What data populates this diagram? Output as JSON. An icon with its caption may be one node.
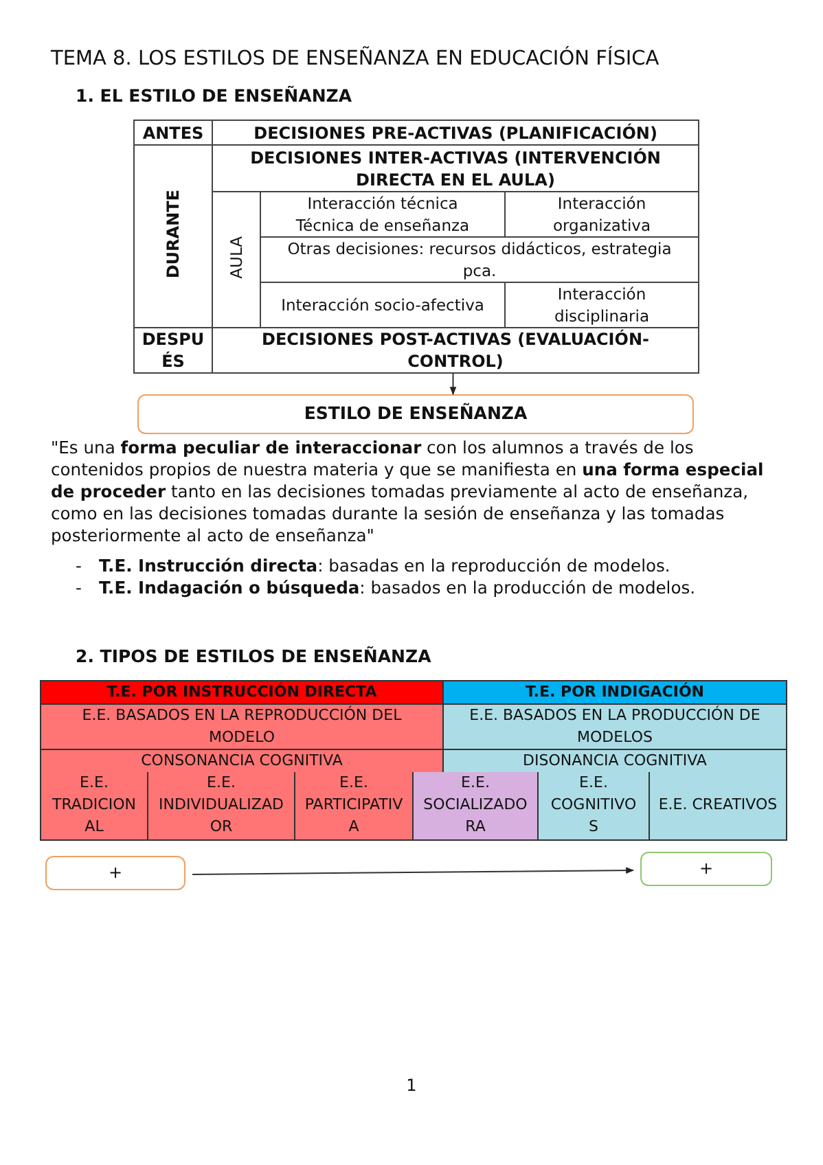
{
  "diagram": {
    "title": "TEMA 8. LOS ESTILOS DE ENSEÑANZA EN EDUCACIÓN FÍSICA",
    "nodes": [
      {
        "text": [
          "DECISIONES POST-ACTIVAS (EVALUACIÓN-CONTROL)"
        ]
      },
      {
        "text": [
          "ESTILO DE ENSEÑANZA"
        ]
      },
      {
        "text": [
          "+"
        ]
      },
      {
        "text": [
          "+"
        ]
      }
    ],
    "edges": [
      {
        "from": 0,
        "to": 1,
        "arrow": "to"
      },
      {
        "from": 2,
        "to": 3,
        "arrow": "to"
      }
    ],
    "labels": [
      "1. EL ESTILO DE ENSEÑANZA",
      "ANTES",
      "DECISIONES PRE-ACTIVAS (PLANIFICACIÓN)",
      "DURANTE",
      "DECISIONES INTER-ACTIVAS (INTERVENCIÓN DIRECTA EN EL AULA)",
      "AULA",
      "Interacción técnica Técnica de enseñanza",
      "Interacción organizativa",
      "Otras decisiones: recursos didácticos, estrategia pca.",
      "Interacción socio-afectiva",
      "Interacción disciplinaria",
      "DESPUÉS",
      "\"Es una **forma peculiar de interaccionar** con los alumnos a través de los contenidos propios de nuestra materia y que se manifiesta en **una forma especial de proceder** tanto en las decisiones tomadas previamente al acto de enseñanza, como en las decisiones tomadas durante la sesión de enseñanza y las tomadas posteriormente al acto de enseñanza\"",
      "-",
      "**T.E. Instrucción directa**: basadas en la reproducción de modelos.",
      "-",
      "**T.E. Indagación o búsqueda**: basados en la producción de modelos.",
      "2. TIPOS DE ESTILOS DE ENSEÑANZA",
      "T.E. POR INSTRUCCIÓN DIRECTA",
      "T.E. POR INDIGACIÓN",
      "E.E. BASADOS EN LA REPRODUCCIÓN DEL MODELO",
      "E.E. BASADOS EN LA PRODUCCIÓN DE MODELOS",
      "CONSONANCIA COGNITIVA",
      "DISONANCIA COGNITIVA",
      "E.E. TRADICIONAL",
      "E.E. INDIVIDUALIZADOR",
      "E.E. PARTICIPATIVA",
      "E.E. SOCIALIZADORA",
      "E.E. COGNITIVOS",
      "E.E. CREATIVOS",
      "1"
    ]
  }
}
